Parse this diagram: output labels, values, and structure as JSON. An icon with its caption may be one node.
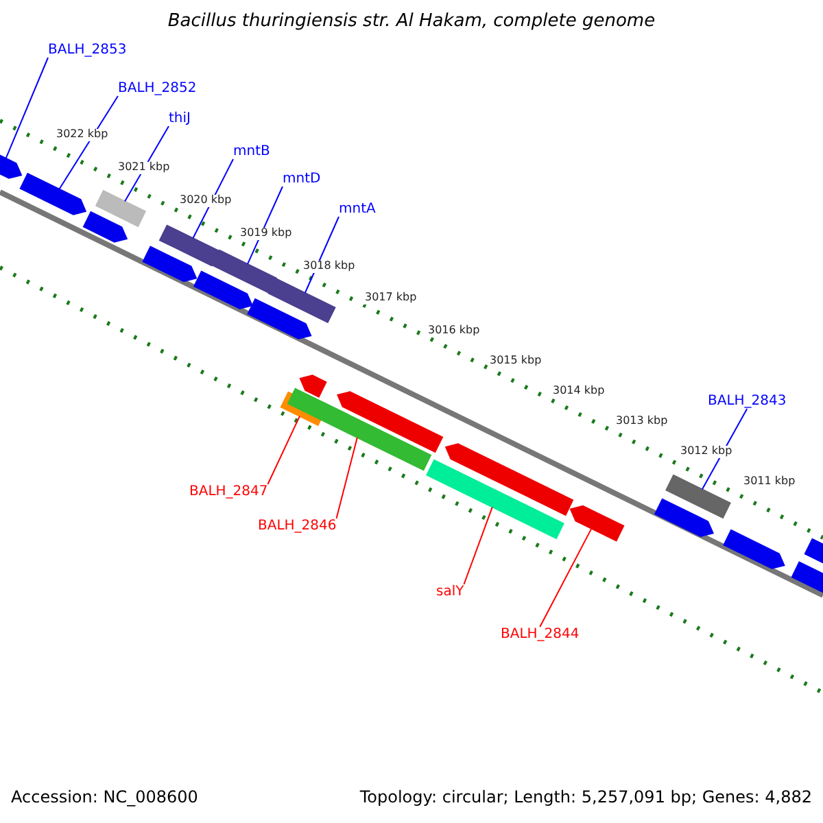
{
  "diagram": {
    "title": "Bacillus thuringiensis str. Al Hakam, complete genome",
    "nodes": [
      {
        "text": [
          "BALH_2853"
        ]
      },
      {
        "text": [
          "BALH_2852"
        ]
      },
      {
        "text": [
          "thiJ"
        ]
      },
      {
        "text": [
          "mntB"
        ]
      },
      {
        "text": [
          "mntD"
        ]
      },
      {
        "text": [
          "mntA"
        ]
      },
      {
        "text": [
          "BALH_2843"
        ]
      },
      {
        "text": [
          "BALH_2847"
        ]
      },
      {
        "text": [
          "BALH_2846"
        ]
      },
      {
        "text": [
          "salY"
        ]
      },
      {
        "text": [
          "BALH_2844"
        ]
      },
      {
        "text": [],
        "shape": "arrow"
      },
      {
        "text": [],
        "shape": "arrow"
      },
      {
        "text": [],
        "shape": "arrow"
      },
      {
        "text": [],
        "shape": "bar"
      },
      {
        "text": [],
        "shape": "arrow"
      },
      {
        "text": [],
        "shape": "bar"
      },
      {
        "text": [],
        "shape": "arrow"
      },
      {
        "text": [],
        "shape": "bar"
      },
      {
        "text": [],
        "shape": "arrow"
      },
      {
        "text": [],
        "shape": "bar"
      },
      {
        "text": [],
        "shape": "bar"
      },
      {
        "text": [],
        "shape": "arrow"
      },
      {
        "text": [],
        "shape": "bar"
      },
      {
        "text": [],
        "shape": "arrow"
      },
      {
        "text": [],
        "shape": "bar"
      },
      {
        "text": [],
        "shape": "arrow"
      },
      {
        "text": [],
        "shape": "arrow"
      },
      {
        "text": [],
        "shape": "arrow"
      },
      {
        "text": [],
        "shape": "bar"
      },
      {
        "text": [],
        "shape": "arrow"
      },
      {
        "text": [],
        "shape": "arrow"
      },
      {
        "text": [],
        "shape": "arrow"
      }
    ],
    "edges": [
      {
        "from": 0,
        "to": 11,
        "arrow": "none"
      },
      {
        "from": 1,
        "to": 12,
        "arrow": "none"
      },
      {
        "from": 2,
        "to": 14,
        "arrow": "none"
      },
      {
        "from": 3,
        "to": 16,
        "arrow": "none"
      },
      {
        "from": 4,
        "to": 18,
        "arrow": "none"
      },
      {
        "from": 5,
        "to": 20,
        "arrow": "none"
      },
      {
        "from": 6,
        "to": 29,
        "arrow": "none"
      },
      {
        "from": 7,
        "to": 21,
        "arrow": "none",
        "color": "#ff0000"
      },
      {
        "from": 8,
        "to": 23,
        "arrow": "none",
        "color": "#ff0000"
      },
      {
        "from": 9,
        "to": 25,
        "arrow": "none",
        "color": "#ff0000"
      },
      {
        "from": 10,
        "to": 27,
        "arrow": "none",
        "color": "#ff0000"
      }
    ],
    "labels": [
      "3022 kbp",
      "3021 kbp",
      "3020 kbp",
      "3019 kbp",
      "3018 kbp",
      "3017 kbp",
      "3016 kbp",
      "3015 kbp",
      "3014 kbp",
      "3013 kbp",
      "3012 kbp",
      "3011 kbp",
      "Accession: NC_008600",
      "Topology: circular; Length: 5,257,091 bp; Genes: 4,882"
    ]
  }
}
